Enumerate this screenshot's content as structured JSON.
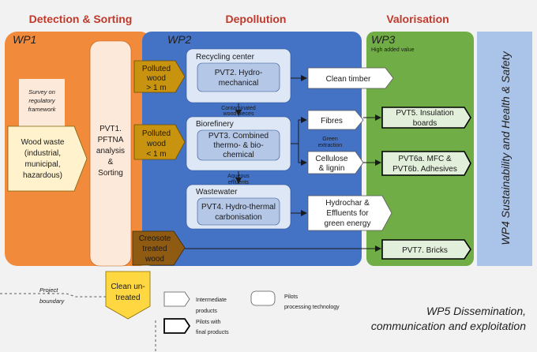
{
  "headers": {
    "detection": "Detection & Sorting",
    "depollution": "Depollution",
    "valorisation": "Valorisation"
  },
  "wp": {
    "wp1": "WP1",
    "wp2": "WP2",
    "wp3": "WP3",
    "wp3_sub": "High added value",
    "wp4": "WP4 Sustainability and Health & Safety",
    "wp5_line1": "WP5 Dissemination,",
    "wp5_line2": "communication and exploitation"
  },
  "wp1": {
    "survey": [
      "Survey on",
      "regulatory",
      "framework"
    ],
    "wood_waste": [
      "Wood waste",
      "(industrial,",
      "municipal,",
      "hazardous)"
    ],
    "pvt1": [
      "PVT1.",
      "PFTNA",
      "analysis",
      "&",
      "Sorting"
    ]
  },
  "inputs": {
    "polluted_gt": [
      "Polluted",
      "wood",
      "> 1 m"
    ],
    "polluted_lt": [
      "Polluted",
      "wood",
      "< 1 m"
    ],
    "creosote": [
      "Creosote",
      "treated",
      "wood"
    ],
    "clean": [
      "Clean un-",
      "treated"
    ]
  },
  "wp2": {
    "recycling_title": "Recycling center",
    "pvt2": [
      "PVT2. Hydro-",
      "mechanical"
    ],
    "contaminated": [
      "Contaminated",
      "wood pieces"
    ],
    "biorefinery_title": "Biorefinery",
    "pvt3": [
      "PVT3. Combined",
      "thermo- & bio-",
      "chemical"
    ],
    "aqueous": [
      "Aqueous",
      "effluents"
    ],
    "wastewater_title": "Wastewater",
    "pvt4": [
      "PVT4. Hydro-thermal",
      "carbonisation"
    ]
  },
  "intermediates": {
    "clean_timber": "Clean timber",
    "fibres": "Fibres",
    "green_extraction": [
      "Green",
      "extraction"
    ],
    "cellulose": [
      "Cellulose",
      "& lignin"
    ],
    "hydrochar": [
      "Hydrochar &",
      "Effluents for",
      "green energy"
    ]
  },
  "finals": {
    "pvt5": [
      "PVT5. Insulation",
      "boards"
    ],
    "pvt6": [
      "PVT6a. MFC &",
      "PVT6b. Adhesives"
    ],
    "pvt7": "PVT7. Bricks"
  },
  "legend": {
    "project_boundary": [
      "Project",
      "boundary"
    ],
    "intermediate": [
      "Intermediate",
      "products"
    ],
    "pilots_processing": [
      "Pilots",
      "processing technology"
    ],
    "pilots_final": [
      "Pilots with",
      "final products"
    ]
  },
  "colors": {
    "header_red": "#c0392b",
    "wp1_orange": "#f28a3c",
    "wp2_blue": "#4472c4",
    "wp3_green": "#70ad47",
    "wp4_lightblue": "#a9c4e8",
    "input_gold": "#c8930e",
    "creosote_brown": "#8f5a11",
    "clean_yellow": "#ffd740",
    "final_green": "#e2efda"
  }
}
